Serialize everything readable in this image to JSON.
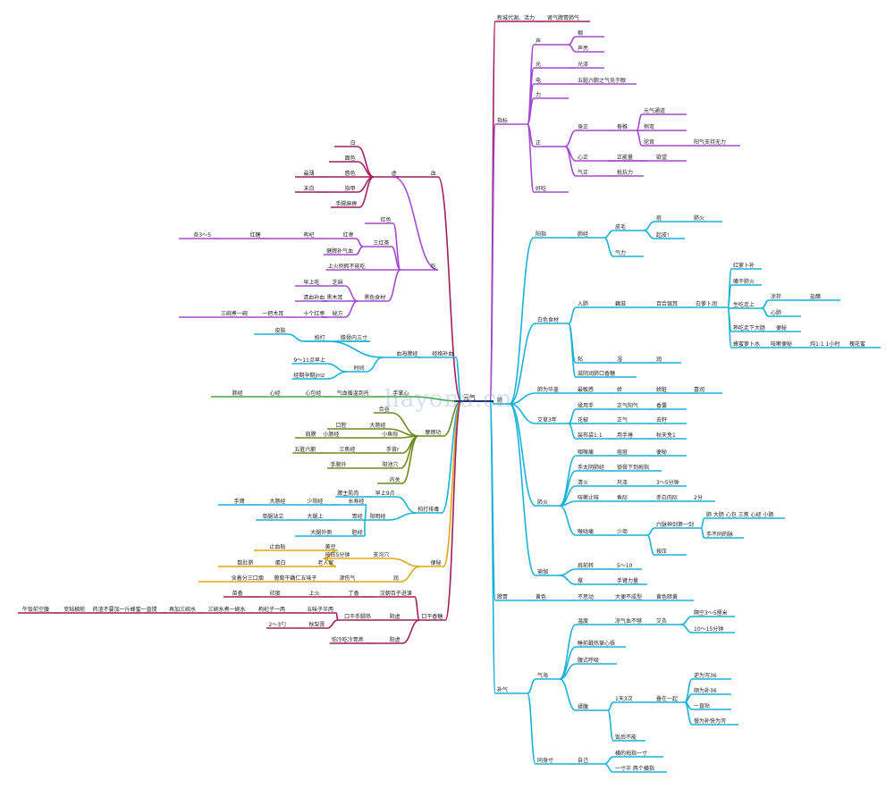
{
  "colors": {
    "magenta": "#a01f5e",
    "purple": "#a24bd1",
    "cyan": "#19b2d8",
    "green": "#3ea845",
    "orange": "#e1a815",
    "navy": "#25306b"
  },
  "watermark": "hayona.cn",
  "nodes": [
    {
      "id": "root",
      "t": "元气"
    },
    {
      "id": "r1",
      "t": "新城代谢、活力"
    },
    {
      "id": "r1a",
      "t": "肾气脾胃肺气"
    },
    {
      "id": "zb",
      "t": "指标"
    },
    {
      "id": "sheng",
      "t": "声"
    },
    {
      "id": "s1",
      "t": "稠"
    },
    {
      "id": "s2",
      "t": "声亮"
    },
    {
      "id": "guang",
      "t": "光"
    },
    {
      "id": "g1",
      "t": "光泽"
    },
    {
      "id": "dian",
      "t": "电"
    },
    {
      "id": "d1",
      "t": "五脏六腑之气充于眼"
    },
    {
      "id": "li",
      "t": "力"
    },
    {
      "id": "zheng",
      "t": "正"
    },
    {
      "id": "z1",
      "t": "身正"
    },
    {
      "id": "z1a",
      "t": "脊椎"
    },
    {
      "id": "z1a1",
      "t": "元气通道"
    },
    {
      "id": "z1a2",
      "t": "侧弯"
    },
    {
      "id": "z1a3",
      "t": "驼背"
    },
    {
      "id": "z1a3x",
      "t": "阳气支持无力"
    },
    {
      "id": "z2",
      "t": "心正"
    },
    {
      "id": "z2a",
      "t": "正能量"
    },
    {
      "id": "z2b",
      "t": "欲望"
    },
    {
      "id": "z3",
      "t": "气正"
    },
    {
      "id": "z3a",
      "t": "抵抗力"
    },
    {
      "id": "haochi",
      "t": "好吃"
    },
    {
      "id": "fei",
      "t": "肺"
    },
    {
      "id": "yz",
      "t": "阳指"
    },
    {
      "id": "fj",
      "t": "肺经"
    },
    {
      "id": "pm",
      "t": "皮毛"
    },
    {
      "id": "pm1",
      "t": "痘"
    },
    {
      "id": "pm1a",
      "t": "肺火"
    },
    {
      "id": "pm2",
      "t": "起皮!"
    },
    {
      "id": "ql",
      "t": "气力"
    },
    {
      "id": "bs",
      "t": "白色食材"
    },
    {
      "id": "rf",
      "t": "入肺"
    },
    {
      "id": "yc",
      "t": "藕滋"
    },
    {
      "id": "bh",
      "t": "百合银耳"
    },
    {
      "id": "blb",
      "t": "白萝卜润"
    },
    {
      "id": "hlb",
      "t": "红萝卜补"
    },
    {
      "id": "gpf",
      "t": "嘴干肺火"
    },
    {
      "id": "scz",
      "t": "生吃走上"
    },
    {
      "id": "lb",
      "t": "凉拌"
    },
    {
      "id": "yl",
      "t": "盐醋"
    },
    {
      "id": "xf",
      "t": "心肺"
    },
    {
      "id": "sc",
      "t": "熟吃走下大肠"
    },
    {
      "id": "bm",
      "t": "便秘"
    },
    {
      "id": "fm",
      "t": "蜂蜜萝卜水"
    },
    {
      "id": "kb",
      "t": "咳嗽便秘"
    },
    {
      "id": "zb1",
      "t": "炖1:1 1小时"
    },
    {
      "id": "hhm",
      "t": "槐花蜜"
    },
    {
      "id": "nian",
      "t": "粘"
    },
    {
      "id": "shi",
      "t": "湿"
    },
    {
      "id": "run",
      "t": "润"
    },
    {
      "id": "zr",
      "t": "滋阴润肺口香糖"
    },
    {
      "id": "fwjj",
      "t": "肺为华盖"
    },
    {
      "id": "zmg",
      "t": "最敏感"
    },
    {
      "id": "jiao",
      "t": "娇"
    },
    {
      "id": "jn",
      "t": "娇脏"
    },
    {
      "id": "xr",
      "t": "喜润"
    },
    {
      "id": "ay",
      "t": "艾草3年"
    },
    {
      "id": "ay1",
      "t": "揉用手"
    },
    {
      "id": "ay1a",
      "t": "正气阳气"
    },
    {
      "id": "ay1b",
      "t": "香囊"
    },
    {
      "id": "ay2",
      "t": "花椒"
    },
    {
      "id": "ay2a",
      "t": "正气"
    },
    {
      "id": "ay2b",
      "t": "去籽"
    },
    {
      "id": "ay3",
      "t": "装布袋1:1"
    },
    {
      "id": "ay3a",
      "t": "用手捶"
    },
    {
      "id": "ay3b",
      "t": "秋天免1"
    },
    {
      "id": "fh",
      "t": "肺火"
    },
    {
      "id": "fh1",
      "t": "咽喉痛"
    },
    {
      "id": "fh1a",
      "t": "痘痘"
    },
    {
      "id": "fh1b",
      "t": "便秘"
    },
    {
      "id": "fh2",
      "t": "手太阴肺经"
    },
    {
      "id": "fh2a",
      "t": "锁骨下到拇指"
    },
    {
      "id": "fh3",
      "t": "清火"
    },
    {
      "id": "fh3a",
      "t": "尺泽"
    },
    {
      "id": "fh3b",
      "t": "3～5分钟"
    },
    {
      "id": "fh4",
      "t": "咳嗽止咳"
    },
    {
      "id": "fh4a",
      "t": "鱼际"
    },
    {
      "id": "fh4b",
      "t": "赤白肉际"
    },
    {
      "id": "fh4c",
      "t": "2分"
    },
    {
      "id": "fh5",
      "t": "喉咙痛"
    },
    {
      "id": "fh5a",
      "t": "少商"
    },
    {
      "id": "fh5b",
      "t": "六脉神剑第一剑"
    },
    {
      "id": "fh5b1",
      "t": "肺 大肠 心包 三焦 心经 小肠"
    },
    {
      "id": "fh5b2",
      "t": "手不同的脉"
    },
    {
      "id": "fh5c",
      "t": "按压"
    },
    {
      "id": "ys",
      "t": "瑜伽"
    },
    {
      "id": "ys1",
      "t": "肩前转"
    },
    {
      "id": "ys1a",
      "t": "5～10"
    },
    {
      "id": "ys2",
      "t": "撑"
    },
    {
      "id": "ys2a",
      "t": "手臂力量"
    },
    {
      "id": "pw",
      "t": "脾胃"
    },
    {
      "id": "pw1",
      "t": "黄色"
    },
    {
      "id": "pw2",
      "t": "不思动"
    },
    {
      "id": "pw3",
      "t": "大便不成型"
    },
    {
      "id": "pw4",
      "t": "黄色暗黄"
    },
    {
      "id": "bq",
      "t": "补气"
    },
    {
      "id": "qh",
      "t": "气海"
    },
    {
      "id": "wd",
      "t": "温度"
    },
    {
      "id": "wd1",
      "t": "凉气血不够"
    },
    {
      "id": "wd2",
      "t": "艾灸"
    },
    {
      "id": "wd3",
      "t": "隔空3～5厘米"
    },
    {
      "id": "wd4",
      "t": "10～15分钟"
    },
    {
      "id": "qh2",
      "t": "睡前戳热掌心捂"
    },
    {
      "id": "qh3",
      "t": "腹式呼吸"
    },
    {
      "id": "rf2",
      "t": "揉腹"
    },
    {
      "id": "rf2a",
      "t": "1天3次"
    },
    {
      "id": "rf2b",
      "t": "叠在一起"
    },
    {
      "id": "rf2b1",
      "t": "逆为泻36"
    },
    {
      "id": "rf2b2",
      "t": "顺为补36"
    },
    {
      "id": "rf2b3",
      "t": "一直贴"
    },
    {
      "id": "rf2b4",
      "t": "慢为补快为泻"
    },
    {
      "id": "rf2c",
      "t": "饭后不能"
    },
    {
      "id": "tsc",
      "t": "同身寸"
    },
    {
      "id": "zj",
      "t": "自己"
    },
    {
      "id": "zj1",
      "t": "横的拇指一寸"
    },
    {
      "id": "zj2",
      "t": "一寸半 两个横指"
    },
    {
      "id": "xue",
      "t": "血"
    },
    {
      "id": "xu",
      "t": "虚"
    },
    {
      "id": "x1",
      "t": "白"
    },
    {
      "id": "x2",
      "t": "面色"
    },
    {
      "id": "x3",
      "t": "唇色"
    },
    {
      "id": "x3a",
      "t": "最薄"
    },
    {
      "id": "x4",
      "t": "指甲"
    },
    {
      "id": "x4a",
      "t": "末白"
    },
    {
      "id": "x5",
      "t": "手脚麻痹"
    },
    {
      "id": "chi",
      "t": "吃"
    },
    {
      "id": "c1",
      "t": "红色"
    },
    {
      "id": "c2",
      "t": "三红茶"
    },
    {
      "id": "c2a",
      "t": "红枣"
    },
    {
      "id": "c2a1",
      "t": "枸杞"
    },
    {
      "id": "c2a2",
      "t": "红糖"
    },
    {
      "id": "c2a3",
      "t": "各3～5"
    },
    {
      "id": "c2a4",
      "t": "枸杞"
    },
    {
      "id": "c2b",
      "t": "健脾补气血"
    },
    {
      "id": "c3",
      "t": "上火例假不能吃"
    },
    {
      "id": "c4",
      "t": "黑色食材"
    },
    {
      "id": "c4a",
      "t": "芝麻"
    },
    {
      "id": "c4a1",
      "t": "早上吃"
    },
    {
      "id": "c4b",
      "t": "黑木耳"
    },
    {
      "id": "c4b1",
      "t": "清血补血"
    },
    {
      "id": "c4c",
      "t": "秘方"
    },
    {
      "id": "c4c1",
      "t": "十个红枣"
    },
    {
      "id": "c4c2",
      "t": "一把木耳"
    },
    {
      "id": "c4c3",
      "t": "三碗煮一碗"
    },
    {
      "id": "jl",
      "t": "经络补血"
    },
    {
      "id": "xhpj",
      "t": "血海脾经"
    },
    {
      "id": "jl1",
      "t": "拍打"
    },
    {
      "id": "jl1a",
      "t": "膝骨内三寸"
    },
    {
      "id": "jl1b",
      "t": "皮肤"
    },
    {
      "id": "jl2",
      "t": "时间"
    },
    {
      "id": "jl2a",
      "t": "9～11点早上"
    },
    {
      "id": "jl2b",
      "t": "经期孕期jmz"
    },
    {
      "id": "sx",
      "t": "手掌心"
    },
    {
      "id": "sx1",
      "t": "气血循温到托"
    },
    {
      "id": "sx2",
      "t": "心包经"
    },
    {
      "id": "sx3",
      "t": "心经"
    },
    {
      "id": "sx4",
      "t": "肺经"
    },
    {
      "id": "mc",
      "t": "摩擦功"
    },
    {
      "id": "mc1",
      "t": "合谷"
    },
    {
      "id": "mc2",
      "t": "大肠经"
    },
    {
      "id": "mc2a",
      "t": "口腔"
    },
    {
      "id": "mc3",
      "t": "小鱼际"
    },
    {
      "id": "mc3a",
      "t": "小肠经"
    },
    {
      "id": "mc3b",
      "t": "肩膀"
    },
    {
      "id": "mc4",
      "t": "手背r"
    },
    {
      "id": "mc4a",
      "t": "三焦经"
    },
    {
      "id": "mc4b",
      "t": "五脏六腑"
    },
    {
      "id": "mc5",
      "t": "阳池穴"
    },
    {
      "id": "mc5a",
      "t": "手腕外"
    },
    {
      "id": "mc6",
      "t": "内关"
    },
    {
      "id": "pd",
      "t": "拍打排毒"
    },
    {
      "id": "pd1",
      "t": "早上9点"
    },
    {
      "id": "pd1a",
      "t": "脾主肌肉"
    },
    {
      "id": "pd2",
      "t": "阳明经"
    },
    {
      "id": "pd2a",
      "t": "长寿经"
    },
    {
      "id": "pd2a1",
      "t": "少阳经"
    },
    {
      "id": "pd2a2",
      "t": "大肠经"
    },
    {
      "id": "pd2a3",
      "t": "手臂"
    },
    {
      "id": "pd2b",
      "t": "胃经"
    },
    {
      "id": "pd2b1",
      "t": "大腿上"
    },
    {
      "id": "pd2b2",
      "t": "单腿站立"
    },
    {
      "id": "pd2c",
      "t": "胆经"
    },
    {
      "id": "pd2c1",
      "t": "大腿外侧"
    },
    {
      "id": "bm2",
      "t": "便秘"
    },
    {
      "id": "bm2a",
      "t": "支沟穴"
    },
    {
      "id": "bm2a1",
      "t": "按压5分钟"
    },
    {
      "id": "bm2a2",
      "t": "黄豆"
    },
    {
      "id": "bm2a3",
      "t": "止血贴"
    },
    {
      "id": "bm2a4",
      "t": "老人家"
    },
    {
      "id": "bm2a5",
      "t": "蛋白"
    },
    {
      "id": "bm2a6",
      "t": "数肚脐"
    },
    {
      "id": "bm2b",
      "t": "润"
    },
    {
      "id": "bm2b1",
      "t": "津伤气"
    },
    {
      "id": "bm2b2",
      "t": "葡萄干藕仁五味子"
    },
    {
      "id": "bm2b3",
      "t": "含着分三口烟"
    },
    {
      "id": "kx",
      "t": "口干香糖"
    },
    {
      "id": "kx1",
      "t": "汉朝百子进谏"
    },
    {
      "id": "kx1a",
      "t": "丁香"
    },
    {
      "id": "kx1b",
      "t": "上火"
    },
    {
      "id": "kx1c",
      "t": "印度"
    },
    {
      "id": "kx1d",
      "t": "苗香"
    },
    {
      "id": "kx2",
      "t": "阴虚"
    },
    {
      "id": "kx2a",
      "t": "口干手脚热"
    },
    {
      "id": "kx2a1",
      "t": "五味子半两"
    },
    {
      "id": "kx2a2",
      "t": "枸杞子一两"
    },
    {
      "id": "kx2a3",
      "t": "三碗水煮一碗水"
    },
    {
      "id": "kx2a4",
      "t": "再加三碗水"
    },
    {
      "id": "kx2a5",
      "t": "药渣不要加一斤蜂蜜一直搅"
    },
    {
      "id": "kx2a6",
      "t": "变粘稠舵"
    },
    {
      "id": "kx2a7",
      "t": "午饭前空腹"
    },
    {
      "id": "kx2b",
      "t": "秋梨膏"
    },
    {
      "id": "kx2b1",
      "t": "2～3勺"
    },
    {
      "id": "kx3",
      "t": "阳虚"
    },
    {
      "id": "kx3a",
      "t": "怕冷吃冷胃疼"
    }
  ]
}
